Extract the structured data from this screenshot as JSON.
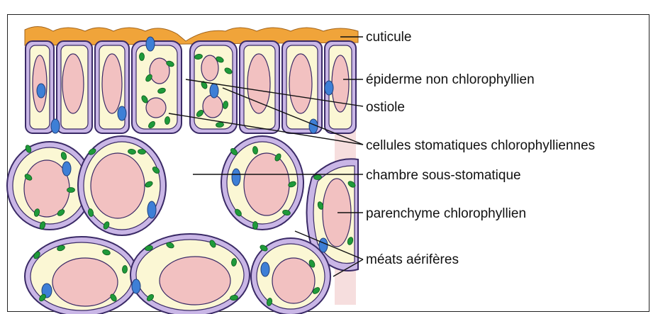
{
  "labels": {
    "cuticle": "cuticule",
    "epidermis": "épiderme non chlorophyllien",
    "ostiole": "ostiole",
    "guard_cells": "cellules stomatiques chlorophylliennes",
    "substomatal_chamber": "chambre sous-stomatique",
    "parenchyma": "parenchyme  chlorophyllien",
    "air_spaces": "méats aérifères"
  },
  "colors": {
    "cuticle": "#f0a43a",
    "cell_wall": "#c9b6e6",
    "cytoplasm": "#fbf7d4",
    "vacuole": "#f2c1c1",
    "nucleus": "#3e7fd6",
    "chloroplast": "#1f9a3a"
  }
}
